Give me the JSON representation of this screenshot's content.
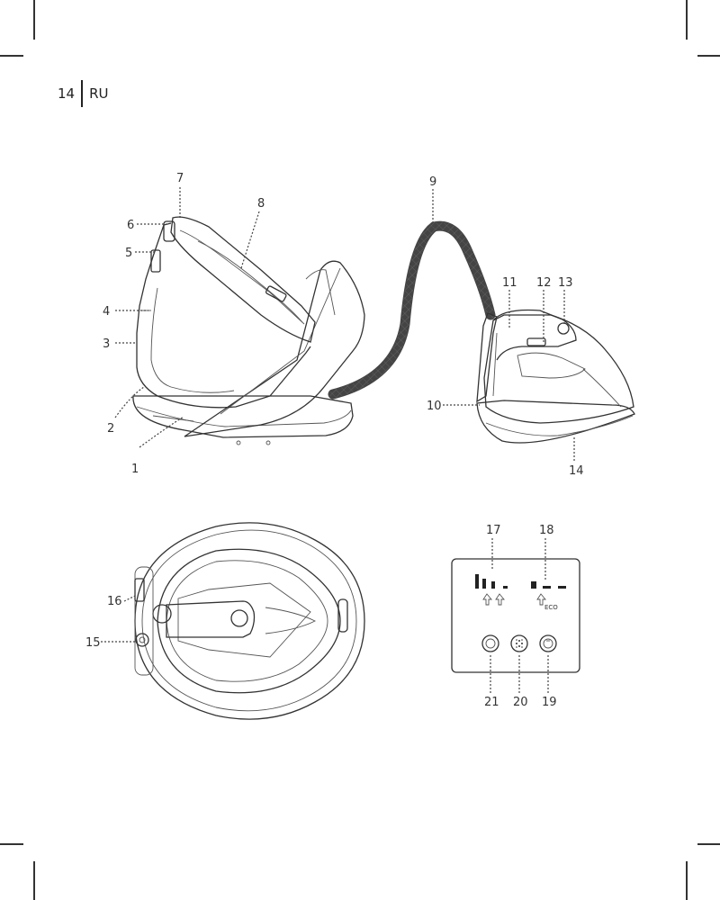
{
  "header": {
    "page_number": "14",
    "language": "RU"
  },
  "labels": {
    "l1": "1",
    "l2": "2",
    "l3": "3",
    "l4": "4",
    "l5": "5",
    "l6": "6",
    "l7": "7",
    "l8": "8",
    "l9": "9",
    "l10": "10",
    "l11": "11",
    "l12": "12",
    "l13": "13",
    "l14": "14",
    "l15": "15",
    "l16": "16",
    "l17": "17",
    "l18": "18",
    "l19": "19",
    "l20": "20",
    "l21": "21"
  },
  "panel": {
    "eco": "ECO"
  },
  "icons": [
    "steam-level-icon",
    "eco-mode-icon",
    "power-button-icon",
    "steam-button-icon",
    "eco-button-icon",
    "hose-pattern-icon"
  ],
  "colors": {
    "line": "#333333",
    "background": "#ffffff"
  }
}
